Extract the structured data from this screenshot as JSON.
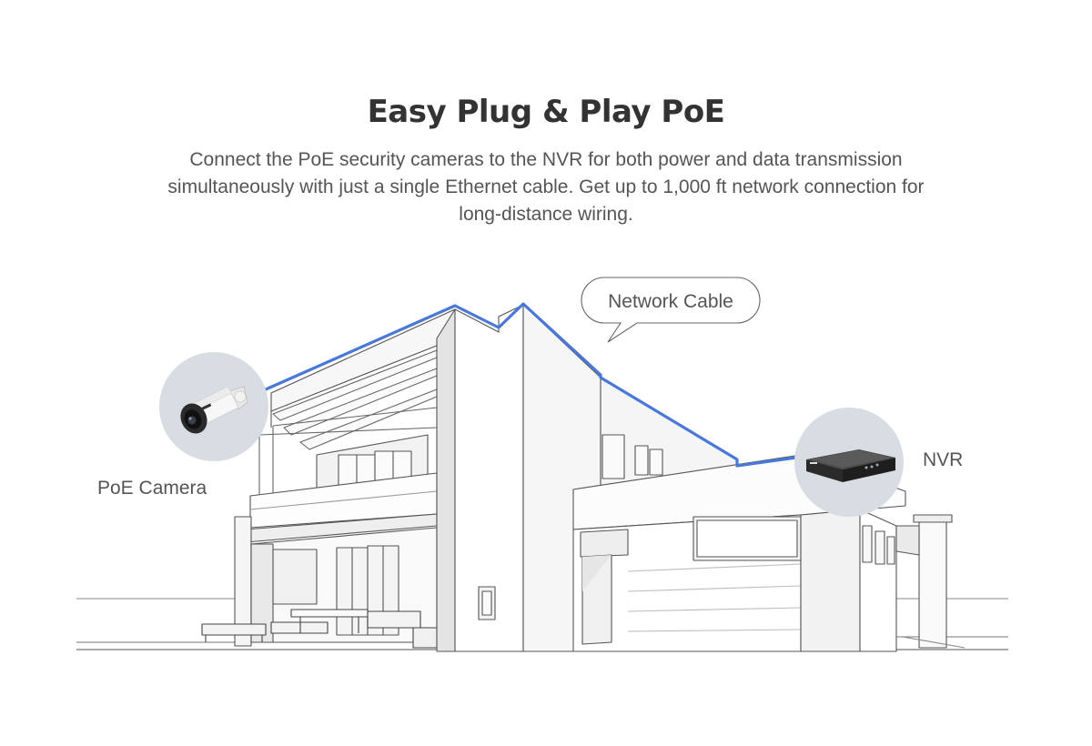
{
  "heading": {
    "title": "Easy Plug & Play PoE",
    "description": "Connect the PoE security cameras to the NVR for both power and data transmission simultaneously with just a single Ethernet cable. Get up to 1,000 ft network connection for long-distance wiring."
  },
  "diagram": {
    "callout_label": "Network Cable",
    "camera_label": "PoE Camera",
    "nvr_label": "NVR",
    "cable_color": "#4a78d8",
    "bubble_color": "#d7dde3"
  }
}
